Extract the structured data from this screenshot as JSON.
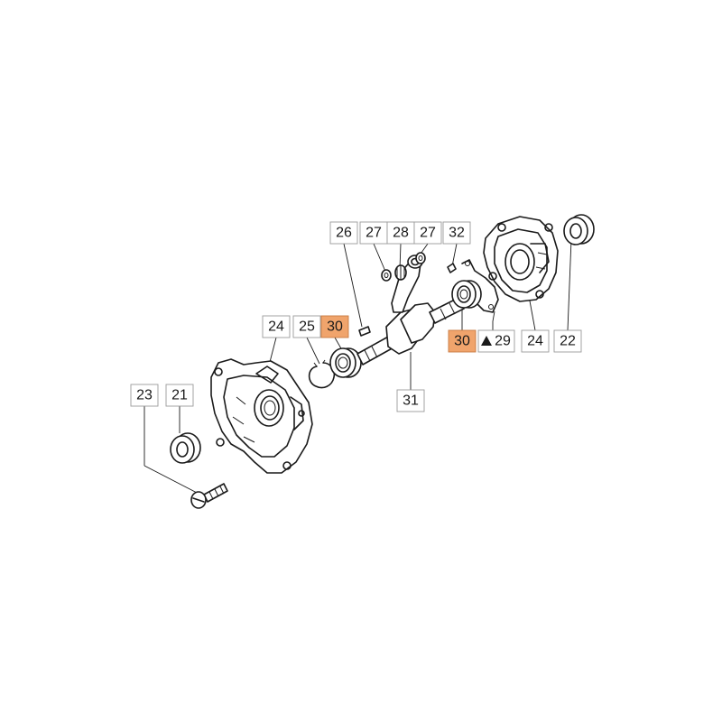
{
  "callouts": {
    "p26": "26",
    "p27a": "27",
    "p28": "28",
    "p27b": "27",
    "p32": "32",
    "p24_left": "24",
    "p25": "25",
    "p30_left": "30",
    "p30_right": "30",
    "p29": "29",
    "p24_right": "24",
    "p22": "22",
    "p31": "31",
    "p23": "23",
    "p21": "21"
  },
  "colors": {
    "highlight": "#f0a46c",
    "line": "#1a1a1a"
  },
  "symbols": {
    "p29_marker": "triangle-icon"
  }
}
